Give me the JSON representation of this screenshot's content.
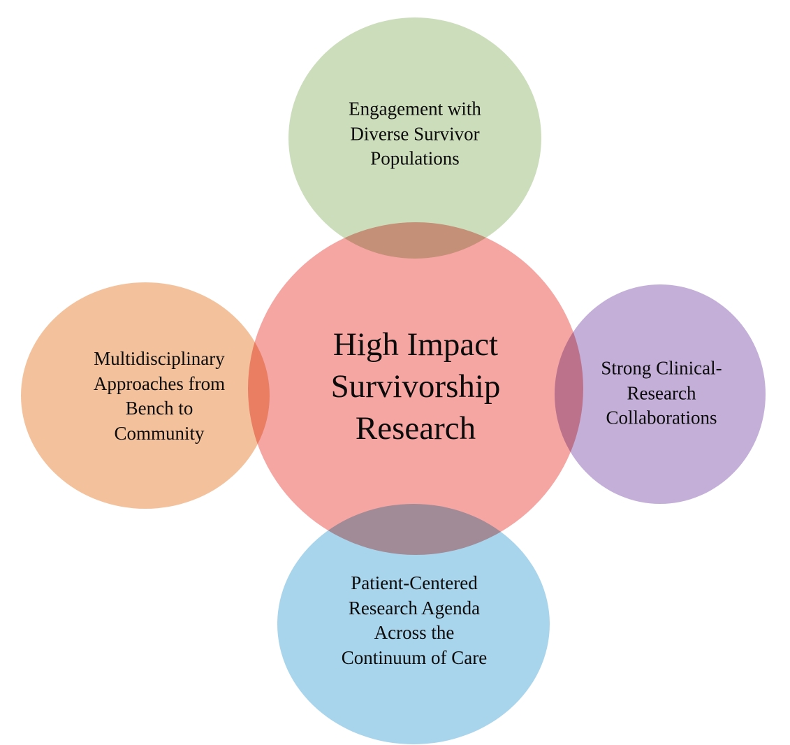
{
  "diagram": {
    "center": {
      "label": "High Impact\nSurvivorship\nResearch",
      "color": "#f5a6a2"
    },
    "top": {
      "label": "Engagement with\nDiverse Survivor\nPopulations",
      "color": "#ccddbb"
    },
    "left": {
      "label": "Multidisciplinary\nApproaches from\nBench to\nCommunity",
      "color": "#f3c29c"
    },
    "right": {
      "label": "Strong Clinical-\nResearch\nCollaborations",
      "color": "#c4afd9"
    },
    "bottom": {
      "label": "Patient-Centered\nResearch Agenda\nAcross the\nContinuum of Care",
      "color": "#a8d5ec"
    }
  }
}
